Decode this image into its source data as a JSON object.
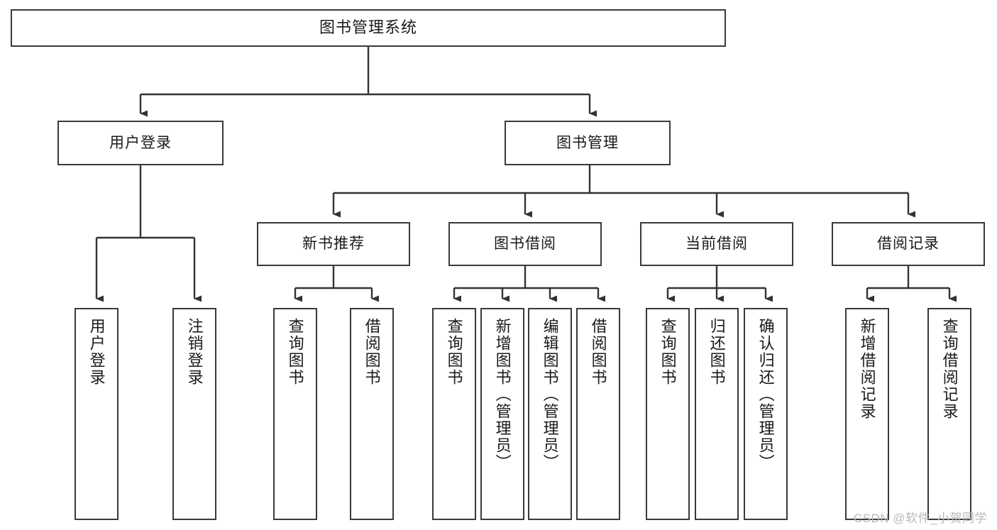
{
  "diagram": {
    "title": "图书管理系统",
    "type": "hierarchy-tree",
    "watermark": "CSDN @软件_小贺同学",
    "colors": {
      "background": "#ffffff",
      "box_border": "#3a3a3a",
      "connector": "#333333",
      "text": "#1a1a1a",
      "watermark": "#b9b9b9"
    },
    "root": {
      "label": "图书管理系统"
    },
    "level2": [
      {
        "label": "用户登录"
      },
      {
        "label": "图书管理"
      }
    ],
    "level3": [
      {
        "label": "新书推荐"
      },
      {
        "label": "图书借阅"
      },
      {
        "label": "当前借阅"
      },
      {
        "label": "借阅记录"
      }
    ],
    "leaves": {
      "user_login": [
        {
          "label": "用户登录"
        },
        {
          "label": "注销登录"
        }
      ],
      "new_book_recommend": [
        {
          "label": "查询图书"
        },
        {
          "label": "借阅图书"
        }
      ],
      "book_borrow": [
        {
          "label": "查询图书"
        },
        {
          "label": "新增图书（管理员）"
        },
        {
          "label": "编辑图书（管理员）"
        },
        {
          "label": "借阅图书"
        }
      ],
      "current_borrow": [
        {
          "label": "查询图书"
        },
        {
          "label": "归还图书"
        },
        {
          "label": "确认归还（管理员）"
        }
      ],
      "borrow_record": [
        {
          "label": "新增借阅记录"
        },
        {
          "label": "查询借阅记录"
        }
      ]
    }
  }
}
